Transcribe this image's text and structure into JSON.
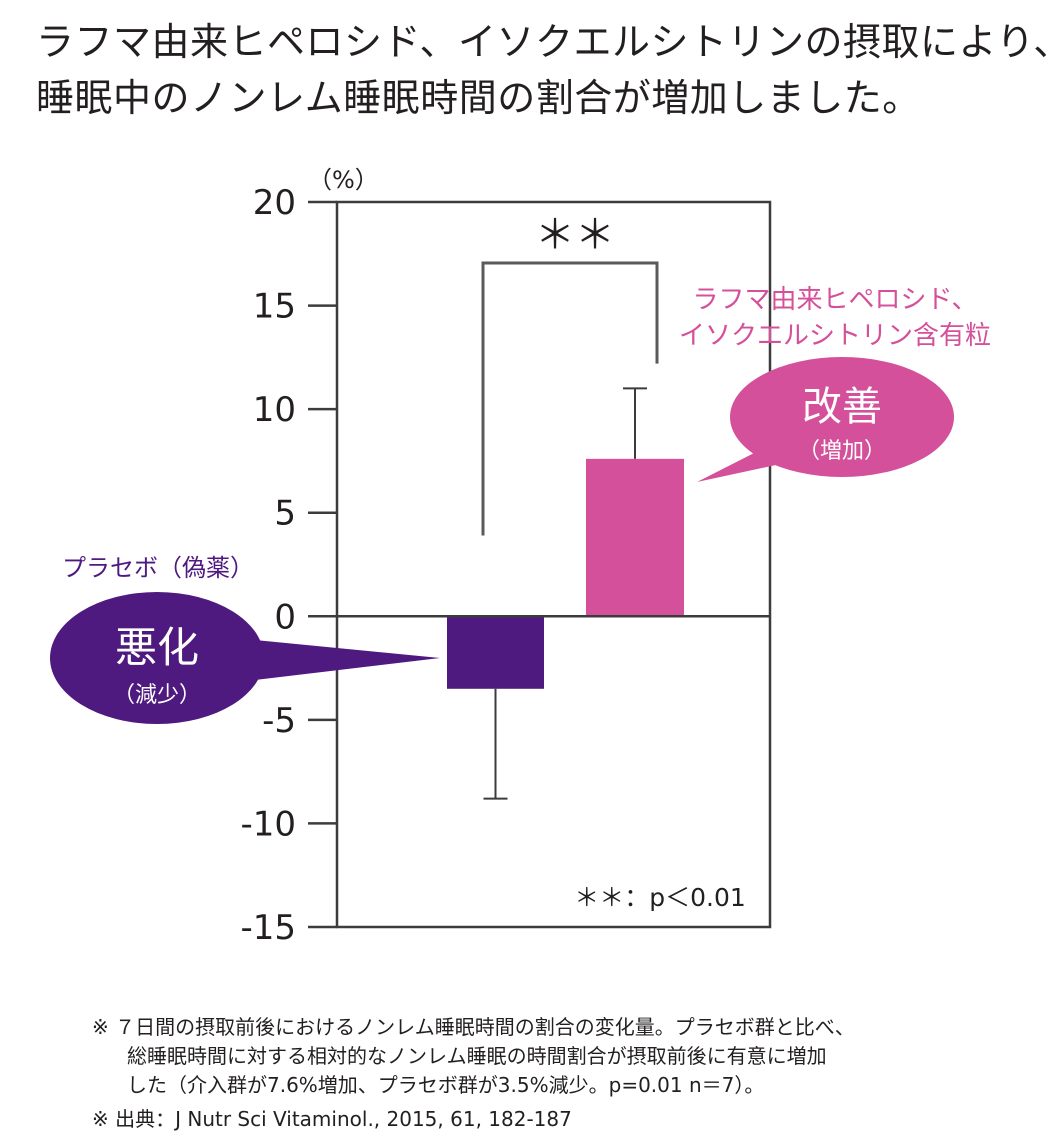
{
  "headline": {
    "line1": "ラフマ由来ヒペロシド、イソクエルシトリンの摂取により、",
    "line2": "睡眠中のノンレム睡眠時間の割合が増加しました。"
  },
  "chart_data": {
    "type": "bar",
    "unit_label": "（%）",
    "ylim": [
      -15,
      20
    ],
    "yticks": [
      20,
      15,
      10,
      5,
      0,
      -5,
      -10,
      -15
    ],
    "grid": false,
    "series": [
      {
        "name": "プラセボ（偽薬）",
        "value": -3.5,
        "error": 5.3,
        "color": "#4f1a7f"
      },
      {
        "name_line1": "ラフマ由来ヒペロシド、",
        "name_line2": "イソクエルシトリン含有粒",
        "value": 7.6,
        "error": 3.4,
        "color": "#d4509a"
      }
    ],
    "significance": {
      "mark": "＊＊",
      "note": "＊＊：p＜0.01"
    },
    "callouts": {
      "improve": {
        "main": "改善",
        "sub": "（増加）",
        "color": "#d4509a"
      },
      "worsen": {
        "main": "悪化",
        "sub": "（減少）",
        "color": "#4f1a7f"
      }
    }
  },
  "footnotes": {
    "note1_line1": "※ ７日間の摂取前後におけるノンレム睡眠時間の割合の変化量。プラセボ群と比べ、",
    "note1_line2": "総睡眠時間に対する相対的なノンレム睡眠の時間割合が摂取前後に有意に増加",
    "note1_line3": "した（介入群が7.6%増加、プラセボ群が3.5%減少。p=0.01 n＝7）。",
    "note2": "※ 出典：J Nutr Sci Vitaminol., 2015, 61, 182-187"
  }
}
